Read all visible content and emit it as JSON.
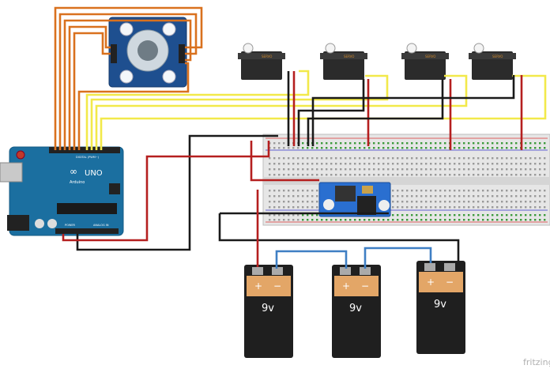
{
  "arduino": {
    "label_uno": "UNO",
    "label_arduino": "Arduino",
    "label_digital": "DIGITAL (PWM~)",
    "label_analog": "ANALOG IN",
    "label_power": "POWER"
  },
  "servos": [
    {
      "label": "SERVO"
    },
    {
      "label": "SERVO"
    },
    {
      "label": "SERVO"
    },
    {
      "label": "SERVO"
    }
  ],
  "batteries": [
    {
      "plus": "+",
      "minus": "−",
      "voltage": "9v"
    },
    {
      "plus": "+",
      "minus": "−",
      "voltage": "9v"
    },
    {
      "plus": "+",
      "minus": "−",
      "voltage": "9v"
    }
  ],
  "footer": {
    "brand": "fritzing"
  },
  "colors": {
    "orange_wire": "#d9711e",
    "yellow_wire": "#f2e94a",
    "black_wire": "#1a1a1a",
    "red_wire": "#b51f1f",
    "blue_wire": "#3f7fc4",
    "board_blue": "#1b6fa0",
    "sensor_blue": "#1e4f8f",
    "regulator_blue": "#2a6fd0"
  }
}
